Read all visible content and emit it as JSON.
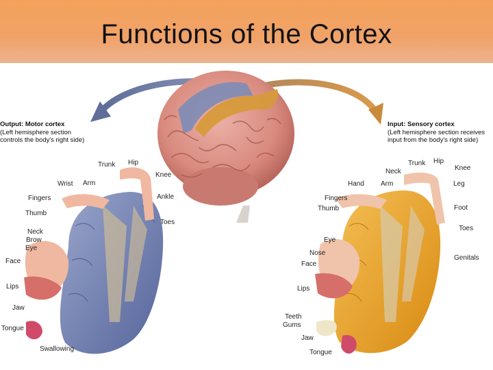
{
  "slide": {
    "title": "Functions of the Cortex"
  },
  "colors": {
    "title_bar": "#f2a264",
    "motor": "#6f7fae",
    "sensory": "#e3961e",
    "brain": "#d98a7e",
    "arrow_left": "#5e6e98",
    "arrow_right": "#c98a3c"
  },
  "motor": {
    "heading": "Output: Motor cortex",
    "line2": "(Left hemisphere section",
    "line3": "controls the body's right side)",
    "labels": {
      "trunk": "Trunk",
      "hip": "Hip",
      "knee": "Knee",
      "wrist": "Wrist",
      "arm": "Arm",
      "ankle": "Ankle",
      "fingers": "Fingers",
      "thumb": "Thumb",
      "toes": "Toes",
      "neck": "Neck",
      "brow": "Brow",
      "eye": "Eye",
      "face": "Face",
      "lips": "Lips",
      "jaw": "Jaw",
      "tongue": "Tongue",
      "swallowing": "Swallowing"
    }
  },
  "sensory": {
    "heading": "Input: Sensory cortex",
    "line2": "(Left hemisphere section receives",
    "line3": "input from the body's right side)",
    "labels": {
      "trunk": "Trunk",
      "hip": "Hip",
      "neck": "Neck",
      "knee": "Knee",
      "hand": "Hand",
      "arm": "Arm",
      "leg": "Leg",
      "fingers": "Fingers",
      "thumb": "Thumb",
      "foot": "Foot",
      "toes": "Toes",
      "eye": "Eye",
      "nose": "Nose",
      "face": "Face",
      "genitals": "Genitals",
      "lips": "Lips",
      "teeth": "Teeth",
      "gums": "Gums",
      "jaw": "Jaw",
      "tongue": "Tongue"
    }
  }
}
